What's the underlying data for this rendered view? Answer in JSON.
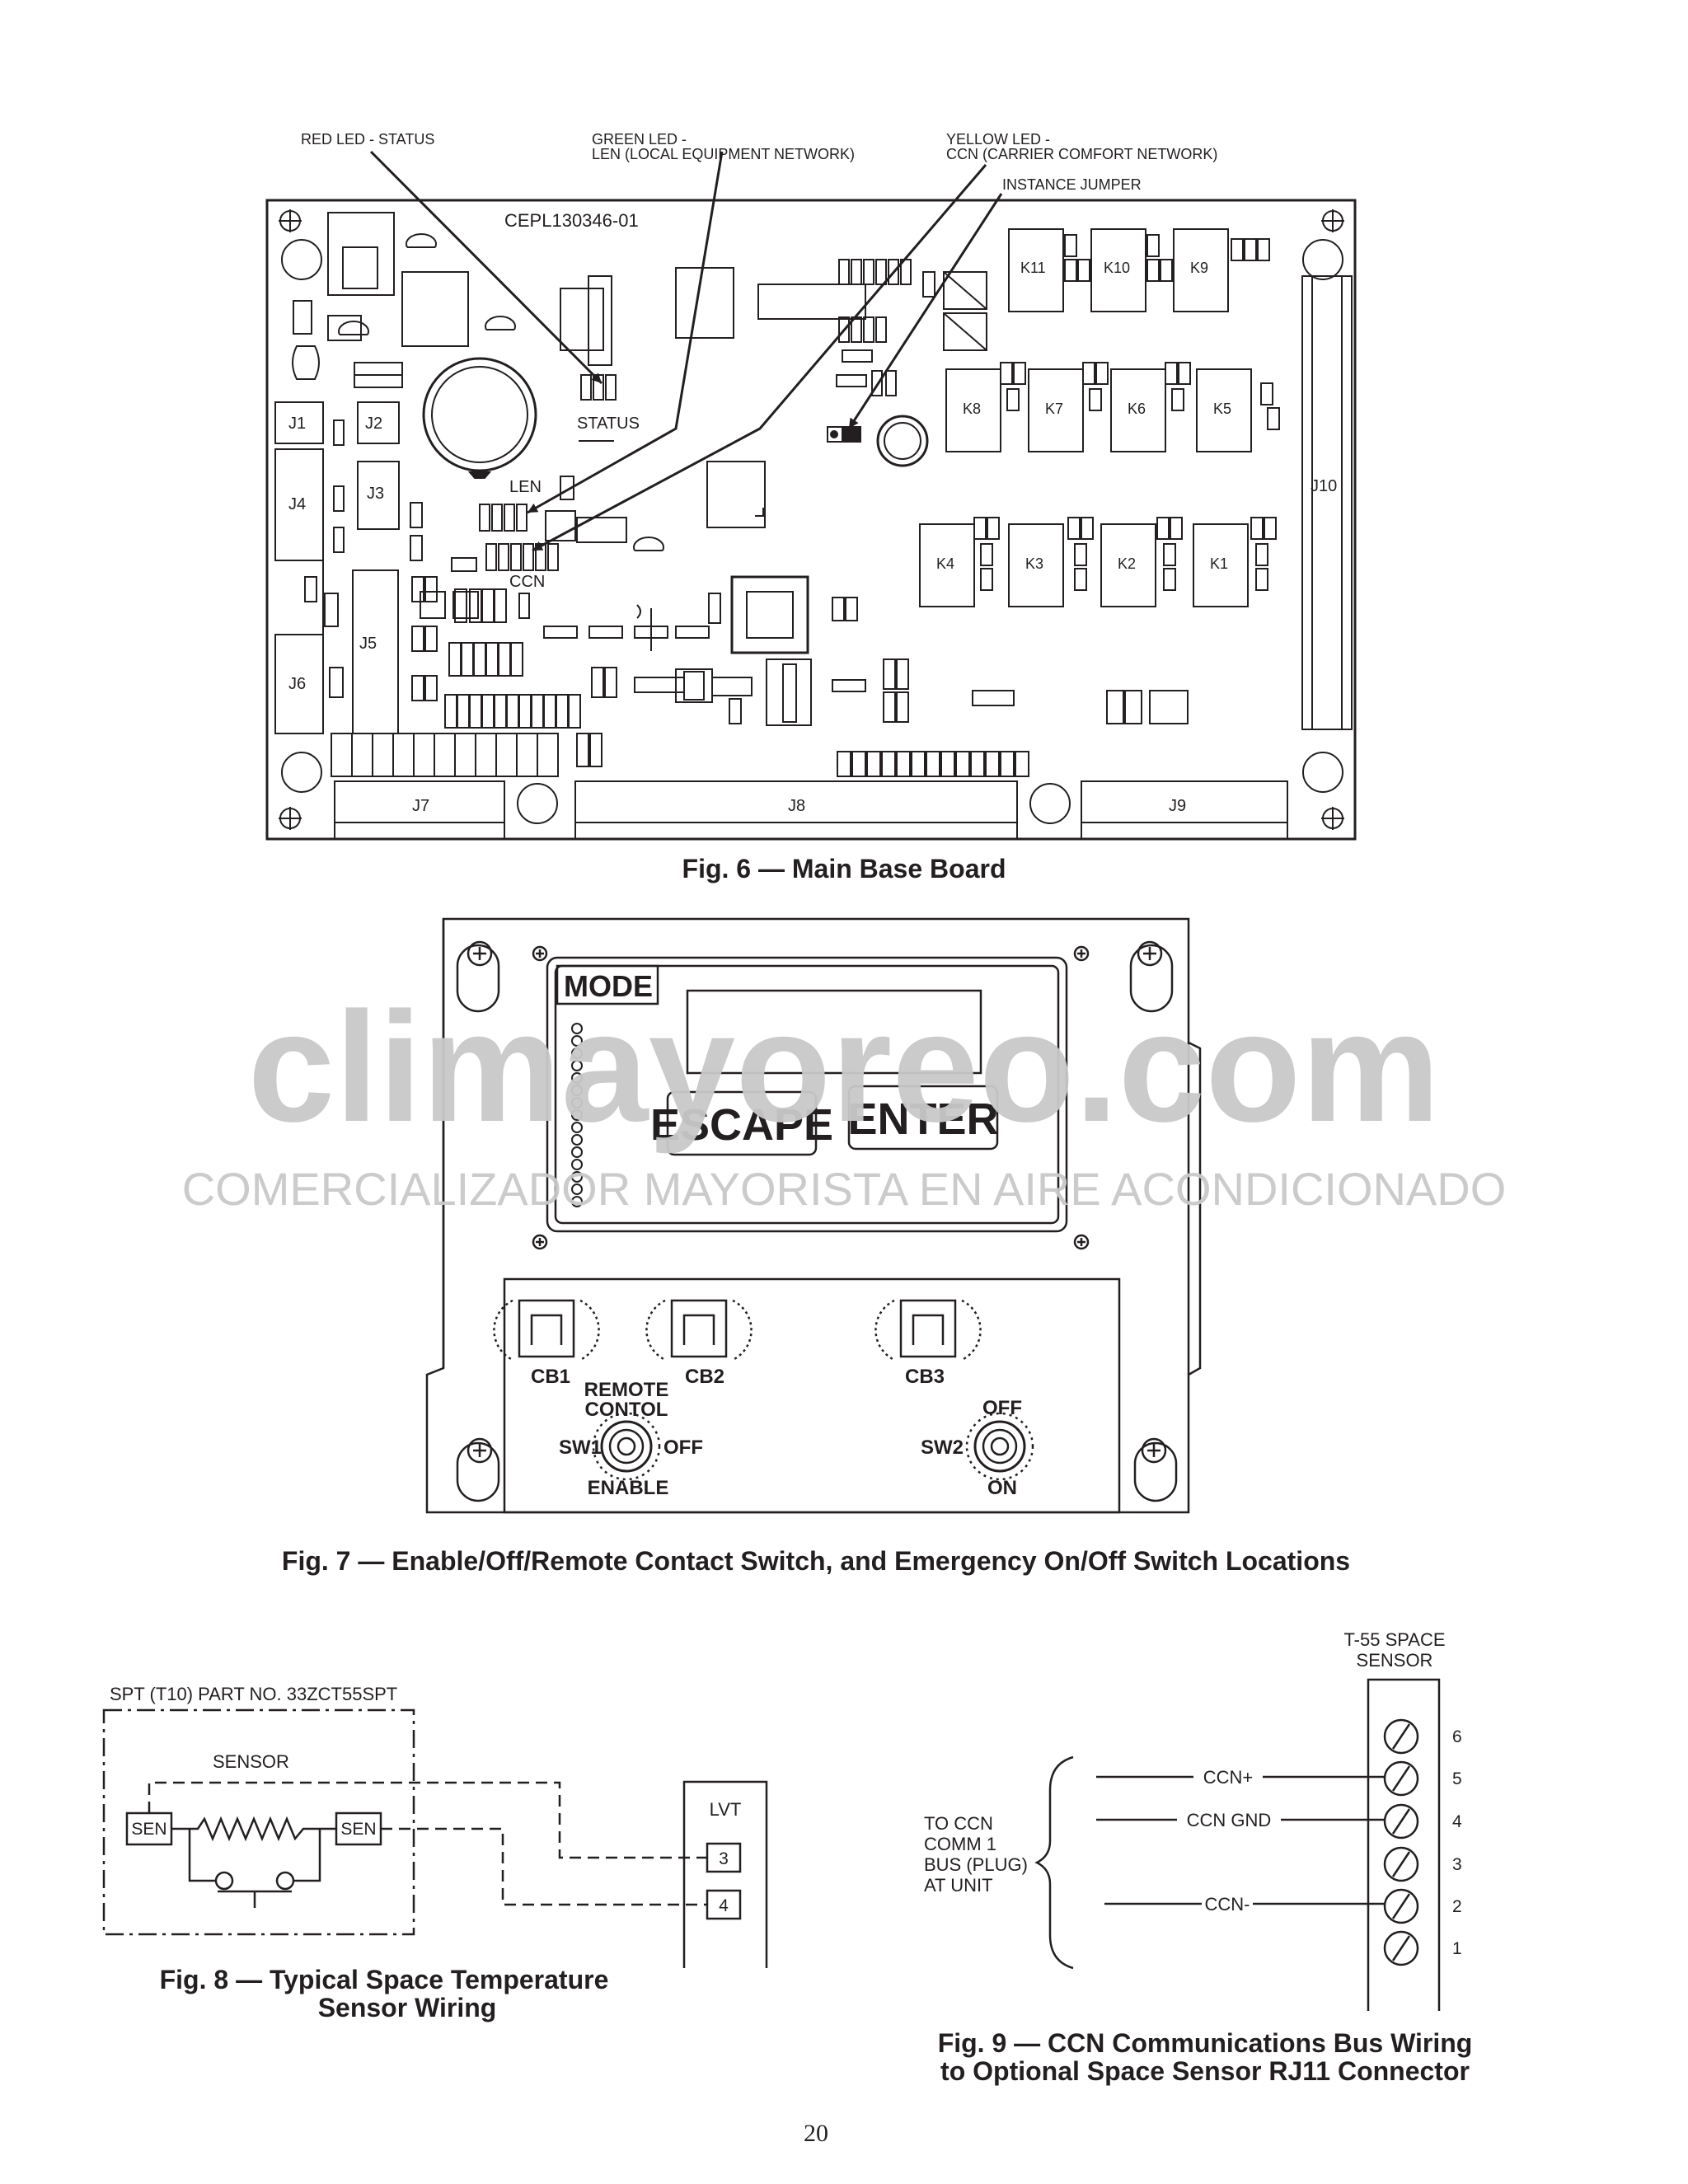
{
  "fig6": {
    "callouts": {
      "red_led": "RED LED - STATUS",
      "green_led_1": "GREEN LED -",
      "green_led_2": "LEN (LOCAL EQUIPMENT NETWORK)",
      "yellow_led_1": "YELLOW LED -",
      "yellow_led_2": "CCN (CARRIER COMFORT NETWORK)",
      "instance_jumper": "INSTANCE JUMPER"
    },
    "board_id": "CEPL130346-01",
    "labels": {
      "status": "STATUS",
      "len": "LEN",
      "ccn": "CCN"
    },
    "connectors": {
      "j1": "J1",
      "j2": "J2",
      "j3": "J3",
      "j4": "J4",
      "j5": "J5",
      "j6": "J6",
      "j7": "J7",
      "j8": "J8",
      "j9": "J9",
      "j10": "J10"
    },
    "relays": {
      "k1": "K1",
      "k2": "K2",
      "k3": "K3",
      "k4": "K4",
      "k5": "K5",
      "k6": "K6",
      "k7": "K7",
      "k8": "K8",
      "k9": "K9",
      "k10": "K10",
      "k11": "K11"
    },
    "caption": "Fig. 6 — Main Base Board"
  },
  "fig7": {
    "mode": "MODE",
    "escape": "ESCAPE",
    "enter": "ENTER",
    "cb1": "CB1",
    "cb2": "CB2",
    "cb3": "CB3",
    "remote_1": "REMOTE",
    "remote_2": "CONTOL",
    "sw1": "SW1",
    "sw1_off": "OFF",
    "enable": "ENABLE",
    "sw2": "SW2",
    "sw2_off": "OFF",
    "sw2_on": "ON",
    "caption": "Fig. 7 — Enable/Off/Remote Contact Switch, and Emergency On/Off Switch Locations"
  },
  "watermark": {
    "line1": "climayoreo.com",
    "line2": "COMERCIALIZADOR MAYORISTA EN AIRE ACONDICIONADO"
  },
  "fig8": {
    "part_no": "SPT (T10) PART NO. 33ZCT55SPT",
    "sensor": "SENSOR",
    "sen_left": "SEN",
    "sen_right": "SEN",
    "lvt": "LVT",
    "t3": "3",
    "t4": "4",
    "caption_1": "Fig. 8 — Typical Space Temperature",
    "caption_2": "Sensor Wiring"
  },
  "fig9": {
    "sensor_1": "T-55 SPACE",
    "sensor_2": "SENSOR",
    "bus_1": "TO CCN",
    "bus_2": "COMM 1",
    "bus_3": "BUS (PLUG)",
    "bus_4": "AT UNIT",
    "ccn_plus": "CCN+",
    "ccn_gnd": "CCN GND",
    "ccn_minus": "CCN-",
    "pins": [
      "6",
      "5",
      "4",
      "3",
      "2",
      "1"
    ],
    "caption_1": "Fig. 9 — CCN Communications Bus Wiring",
    "caption_2": "to Optional Space Sensor RJ11 Connector"
  },
  "page_number": "20"
}
